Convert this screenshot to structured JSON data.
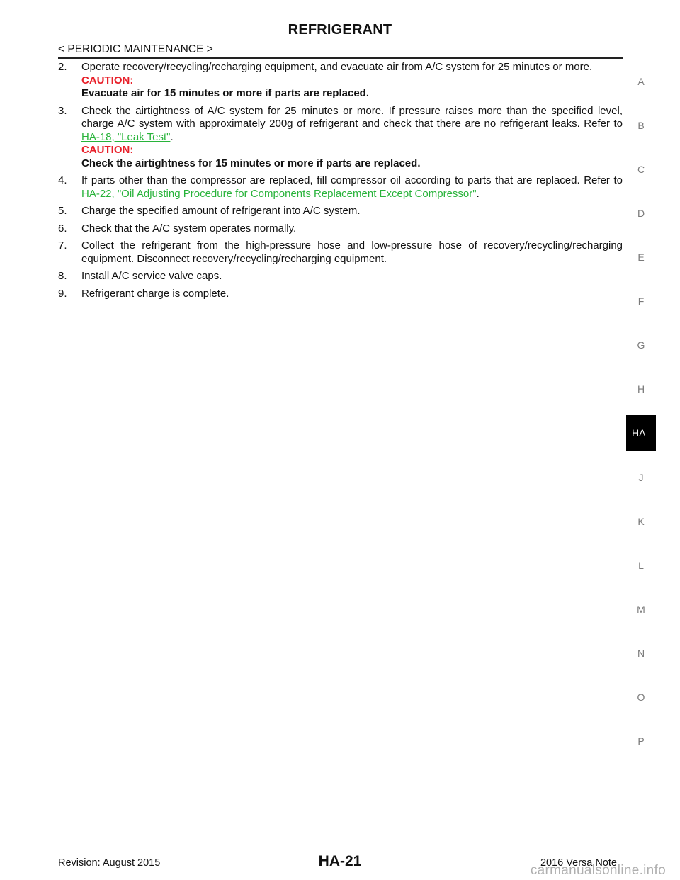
{
  "header": {
    "title": "REFRIGERANT",
    "section": "< PERIODIC MAINTENANCE >"
  },
  "steps": [
    {
      "num": "2.",
      "text": "Operate recovery/recycling/recharging equipment, and evacuate air from A/C system for 25 minutes or more.",
      "caution_label": "CAUTION:",
      "caution_text": "Evacuate air for 15 minutes or more if parts are replaced."
    },
    {
      "num": "3.",
      "text": "Check the airtightness of A/C system for 25 minutes or more. If pressure raises more than the specified level, charge A/C system with approximately 200g of refrigerant and check that there are no refrigerant leaks. Refer to ",
      "link": "HA-18, \"Leak Test\"",
      "after": ".",
      "caution_label": "CAUTION:",
      "caution_text": "Check the airtightness for 15 minutes or more if parts are replaced."
    },
    {
      "num": "4.",
      "text": "If parts other than the compressor are replaced, fill compressor oil according to parts that are replaced. Refer to ",
      "link": "HA-22, \"Oil Adjusting Procedure for Components Replacement Except Compressor\"",
      "after": "."
    },
    {
      "num": "5.",
      "text": "Charge the specified amount of refrigerant into A/C system."
    },
    {
      "num": "6.",
      "text": "Check that the A/C system operates normally."
    },
    {
      "num": "7.",
      "text": "Collect the refrigerant from the high-pressure hose and low-pressure hose of recovery/recycling/recharging equipment. Disconnect recovery/recycling/recharging equipment."
    },
    {
      "num": "8.",
      "text": "Install A/C service valve caps."
    },
    {
      "num": "9.",
      "text": "Refrigerant charge is complete."
    }
  ],
  "side_index": {
    "letters": [
      "A",
      "B",
      "C",
      "D",
      "E",
      "F",
      "G",
      "H",
      "J",
      "K",
      "L",
      "M",
      "N",
      "O",
      "P"
    ],
    "active": "HA"
  },
  "footer": {
    "revision": "Revision: August 2015",
    "page": "HA-21",
    "model": "2016 Versa Note",
    "watermark": "carmanualsonline.info"
  }
}
